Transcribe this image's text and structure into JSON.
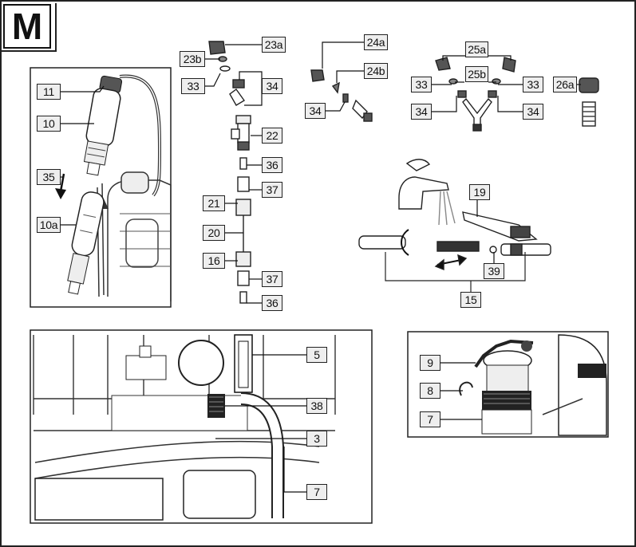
{
  "figure": {
    "letter": "M",
    "callouts": {
      "c11": "11",
      "c10": "10",
      "c35": "35",
      "c10a": "10a",
      "c23a": "23a",
      "c23b": "23b",
      "c33a": "33",
      "c34a": "34",
      "c22": "22",
      "c36a": "36",
      "c37a": "37",
      "c21": "21",
      "c20": "20",
      "c16": "16",
      "c37b": "37",
      "c36b": "36",
      "c24a": "24a",
      "c24b": "24b",
      "c34b": "34",
      "c25a": "25a",
      "c25b": "25b",
      "c33b": "33",
      "c33c": "33",
      "c34c": "34",
      "c34d": "34",
      "c26a": "26a",
      "c19": "19",
      "c39": "39",
      "c15": "15",
      "c5": "5",
      "c38": "38",
      "c3": "3",
      "c7a": "7",
      "c9": "9",
      "c8": "8",
      "c7b": "7"
    }
  }
}
